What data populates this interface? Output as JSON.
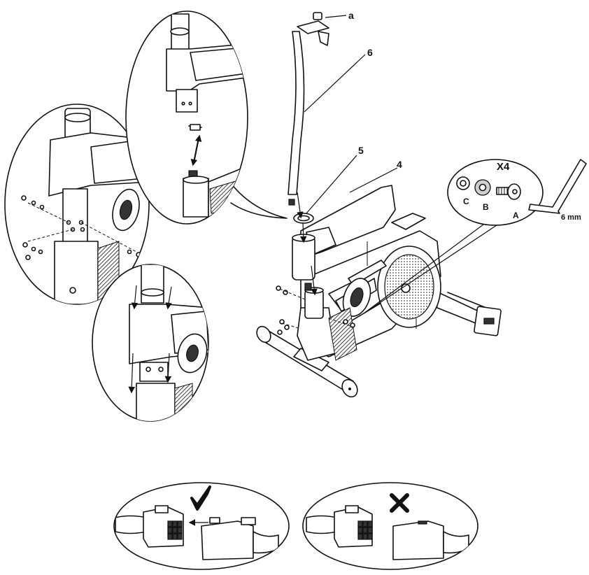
{
  "callouts": {
    "handlebar_top": "a",
    "console_mast": "6",
    "mast_cover": "5",
    "shroud": "4",
    "quantity": "X4",
    "part_c": "C",
    "part_b": "B",
    "part_a": "A",
    "wrench_size": "6 mm"
  }
}
